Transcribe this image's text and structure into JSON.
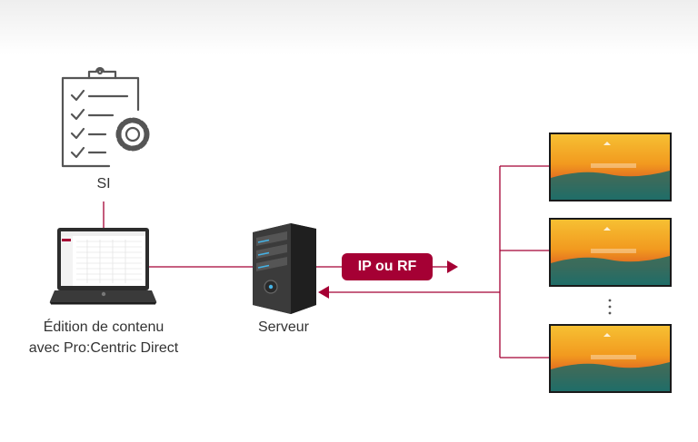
{
  "labels": {
    "si": "SI",
    "editor_line1": "Édition de contenu",
    "editor_line2": "avec Pro:Centric Direct",
    "server": "Serveur",
    "protocol": "IP ou RF"
  },
  "colors": {
    "accent": "#a50034",
    "line": "#a50034",
    "icon_stroke": "#555555"
  },
  "icons": [
    "checklist-gear-icon",
    "laptop-icon",
    "server-icon",
    "tv-screen-icon"
  ],
  "screens": {
    "count": 3,
    "more_indicator": "⋮"
  }
}
